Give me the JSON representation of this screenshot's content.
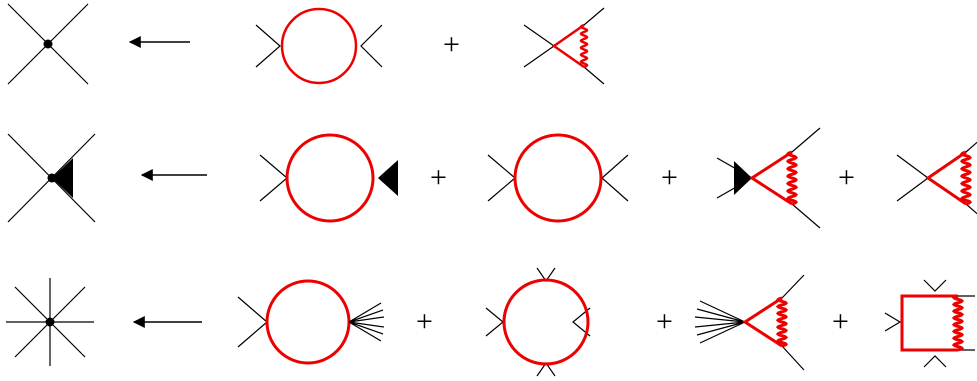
{
  "colors": {
    "loop": "#ee0000",
    "line": "#000000",
    "background": "#ffffff"
  },
  "operator_symbol": "+",
  "rows": [
    {
      "vertex": "quartic-vertex-icon",
      "arrow": "left-arrow-icon",
      "terms": [
        "bubble-diagram",
        "photon-vertex-correction-diagram"
      ]
    },
    {
      "vertex": "quartic-vertex-with-wedge-icon",
      "arrow": "left-arrow-icon",
      "terms": [
        "bubble-with-wedge-diagram",
        "bubble-diagram",
        "wedge-photon-vertex-diagram",
        "photon-vertex-correction-diagram"
      ]
    },
    {
      "vertex": "eight-leg-vertex-icon",
      "arrow": "left-arrow-icon",
      "terms": [
        "bubble-with-fan-diagram",
        "bubble-with-top-bottom-legs-diagram",
        "fan-photon-vertex-diagram",
        "box-photon-diagram"
      ]
    }
  ]
}
